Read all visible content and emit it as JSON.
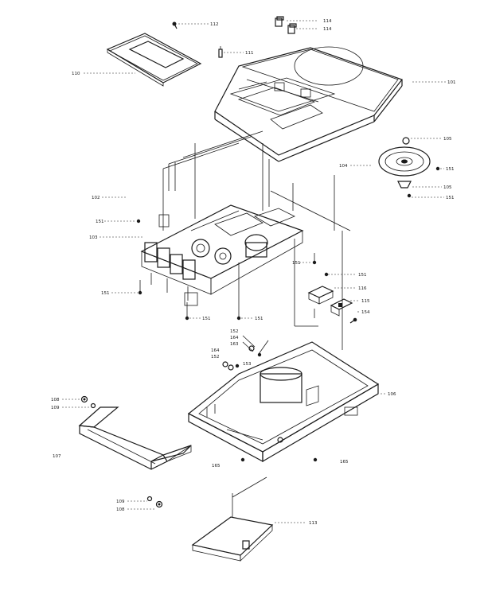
{
  "labels": {
    "l112": "112",
    "l114a": "114",
    "l114b": "114",
    "l111": "111",
    "l110": "110",
    "l101": "101",
    "l105a": "105",
    "l151a": "151",
    "l104": "104",
    "l105b": "105",
    "l151b": "151",
    "l102": "102",
    "l151c": "151",
    "l103": "103",
    "l151d": "151",
    "l151e": "151",
    "l116": "116",
    "l115": "115",
    "l154": "154",
    "l151f": "151",
    "l151g": "151",
    "l151h": "151",
    "l152a": "152",
    "l164a": "164",
    "l163": "163",
    "l164b": "164",
    "l152b": "152",
    "l153": "153",
    "l108a": "108",
    "l109a": "109",
    "l106": "106",
    "l107": "107",
    "l165a": "165",
    "l165b": "165",
    "l109b": "109",
    "l108b": "108",
    "l113": "113"
  }
}
